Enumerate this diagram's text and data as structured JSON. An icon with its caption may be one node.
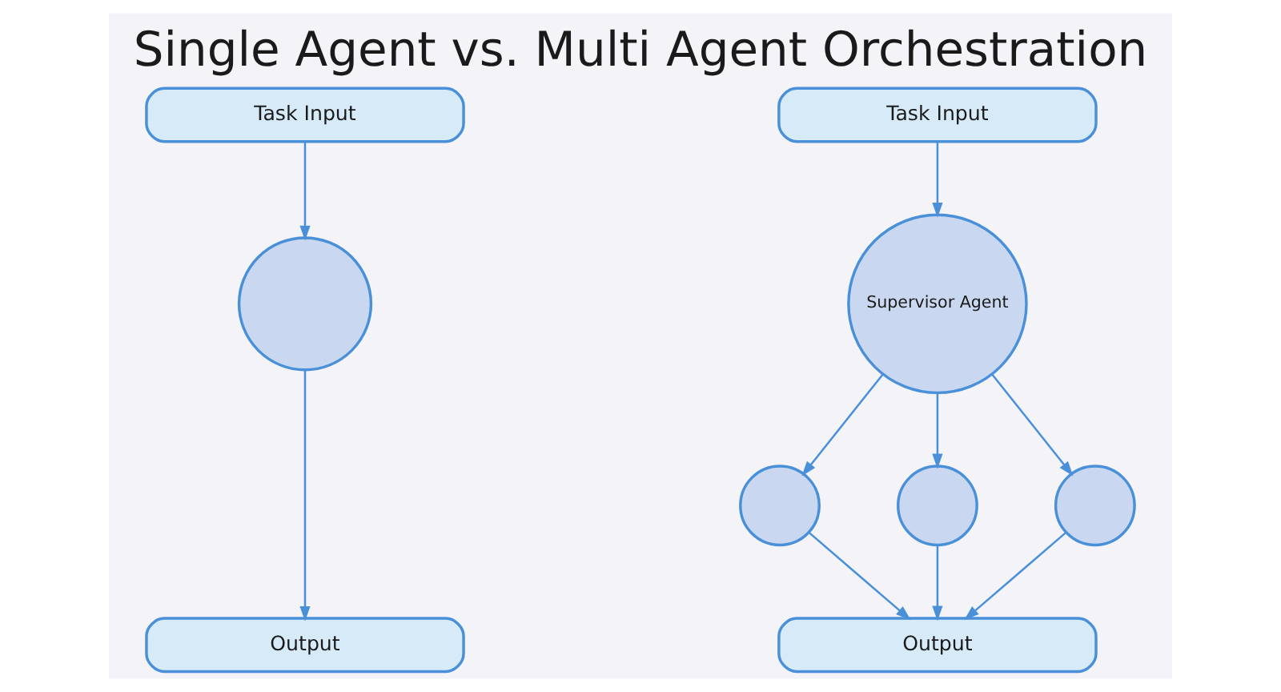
{
  "diagram": {
    "title": "Single Agent vs. Multi Agent Orchestration",
    "nodes": [
      {
        "text": [
          "Task Input"
        ]
      },
      {
        "text": [],
        "shape": "circle"
      },
      {
        "text": [
          "Output"
        ]
      },
      {
        "text": [
          "Task Input"
        ]
      },
      {
        "text": [
          "Supervisor Agent"
        ]
      },
      {
        "text": [],
        "shape": "circle"
      },
      {
        "text": [],
        "shape": "circle"
      },
      {
        "text": [],
        "shape": "circle"
      },
      {
        "text": [
          "Output"
        ]
      }
    ],
    "edges": [
      {
        "from": 0,
        "to": 1,
        "arrow": "to"
      },
      {
        "from": 1,
        "to": 2,
        "arrow": "to"
      },
      {
        "from": 3,
        "to": 4,
        "arrow": "to"
      },
      {
        "from": 4,
        "to": 5,
        "arrow": "to"
      },
      {
        "from": 4,
        "to": 6,
        "arrow": "to"
      },
      {
        "from": 4,
        "to": 7,
        "arrow": "to"
      },
      {
        "from": 5,
        "to": 8,
        "arrow": "to"
      },
      {
        "from": 6,
        "to": 8,
        "arrow": "to"
      },
      {
        "from": 7,
        "to": 8,
        "arrow": "to"
      }
    ]
  }
}
